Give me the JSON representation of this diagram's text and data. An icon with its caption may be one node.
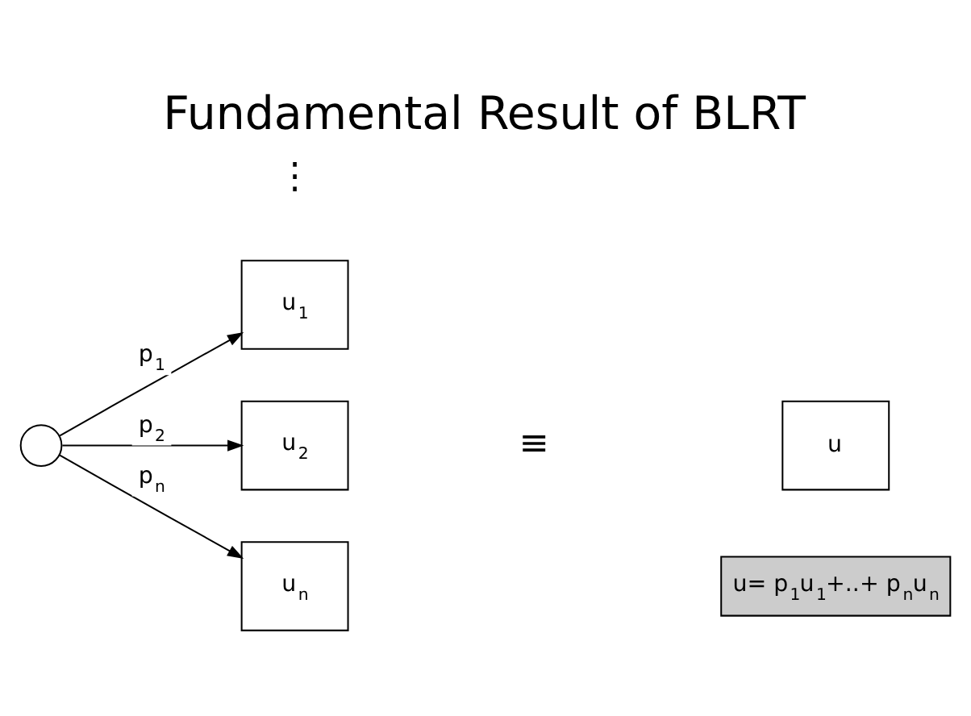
{
  "diagram": {
    "title": "Fundamental Result of BLRT",
    "nodes": [
      {
        "text": [],
        "shape": "circle"
      },
      {
        "text": [
          "u$_{1}$"
        ]
      },
      {
        "text": [
          "u$_{2}$"
        ]
      },
      {
        "text": [
          "u$_{n}$"
        ]
      },
      {
        "text": [
          "u"
        ]
      },
      {
        "text": [
          "u= p$_{1}$u$_{1}$+..+ p$_{n}$u$_{n}$"
        ]
      }
    ],
    "edges": [
      {
        "from": 0,
        "to": 1,
        "arrow": "to",
        "label": "p$_{1}$"
      },
      {
        "from": 0,
        "to": 2,
        "arrow": "to",
        "label": "p$_{2}$"
      },
      {
        "from": 0,
        "to": 3,
        "arrow": "to",
        "label": "p$_{n}$"
      }
    ],
    "labels": [
      "⋮",
      "≡"
    ]
  }
}
